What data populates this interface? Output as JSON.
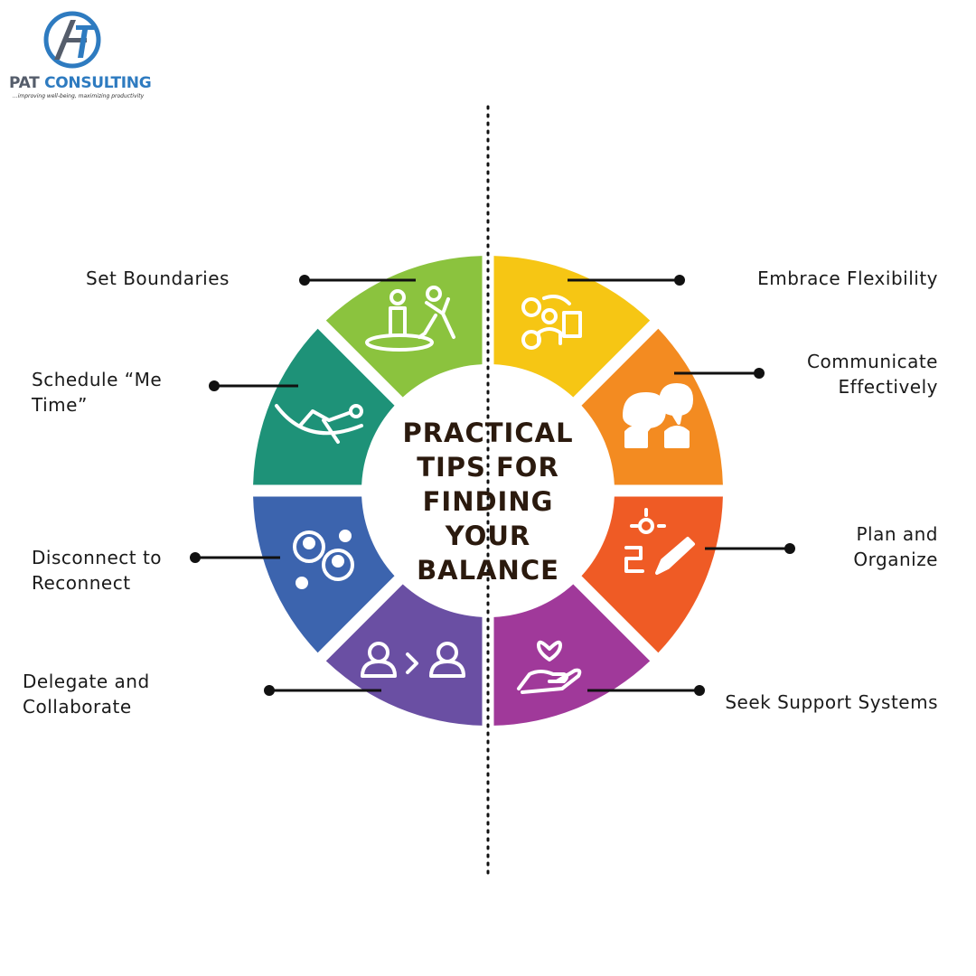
{
  "brand": {
    "name_part1": "PAT ",
    "name_part2": "CONSULTING",
    "tagline": "...improving well-being, maximizing productivity",
    "colors": {
      "blue": "#2e7bc0",
      "gray": "#555d6b"
    }
  },
  "title_lines": [
    "PRACTICAL",
    "TIPS FOR",
    "FINDING",
    "YOUR",
    "BALANCE"
  ],
  "tips": [
    {
      "lines": [
        "Embrace Flexibility"
      ],
      "color": "#f6c614",
      "icon": "flexibility-icon"
    },
    {
      "lines": [
        "Communicate",
        "Effectively"
      ],
      "color": "#f38b21",
      "icon": "speech-bubbles-icon"
    },
    {
      "lines": [
        "Plan and",
        "Organize"
      ],
      "color": "#ef5b25",
      "icon": "plan-lightbulb-pencil-icon"
    },
    {
      "lines": [
        "Seek Support Systems"
      ],
      "color": "#a0399a",
      "icon": "heart-hand-icon"
    },
    {
      "lines": [
        "Delegate and",
        "Collaborate"
      ],
      "color": "#6a4fa3",
      "icon": "delegate-people-icon"
    },
    {
      "lines": [
        "Disconnect to",
        "Reconnect"
      ],
      "color": "#3c64ae",
      "icon": "reconnect-people-icon"
    },
    {
      "lines": [
        "Schedule “Me",
        "Time”"
      ],
      "color": "#1e9278",
      "icon": "hammock-relax-icon"
    },
    {
      "lines": [
        "Set Boundaries"
      ],
      "color": "#8bc33e",
      "icon": "boundary-people-icon"
    }
  ]
}
